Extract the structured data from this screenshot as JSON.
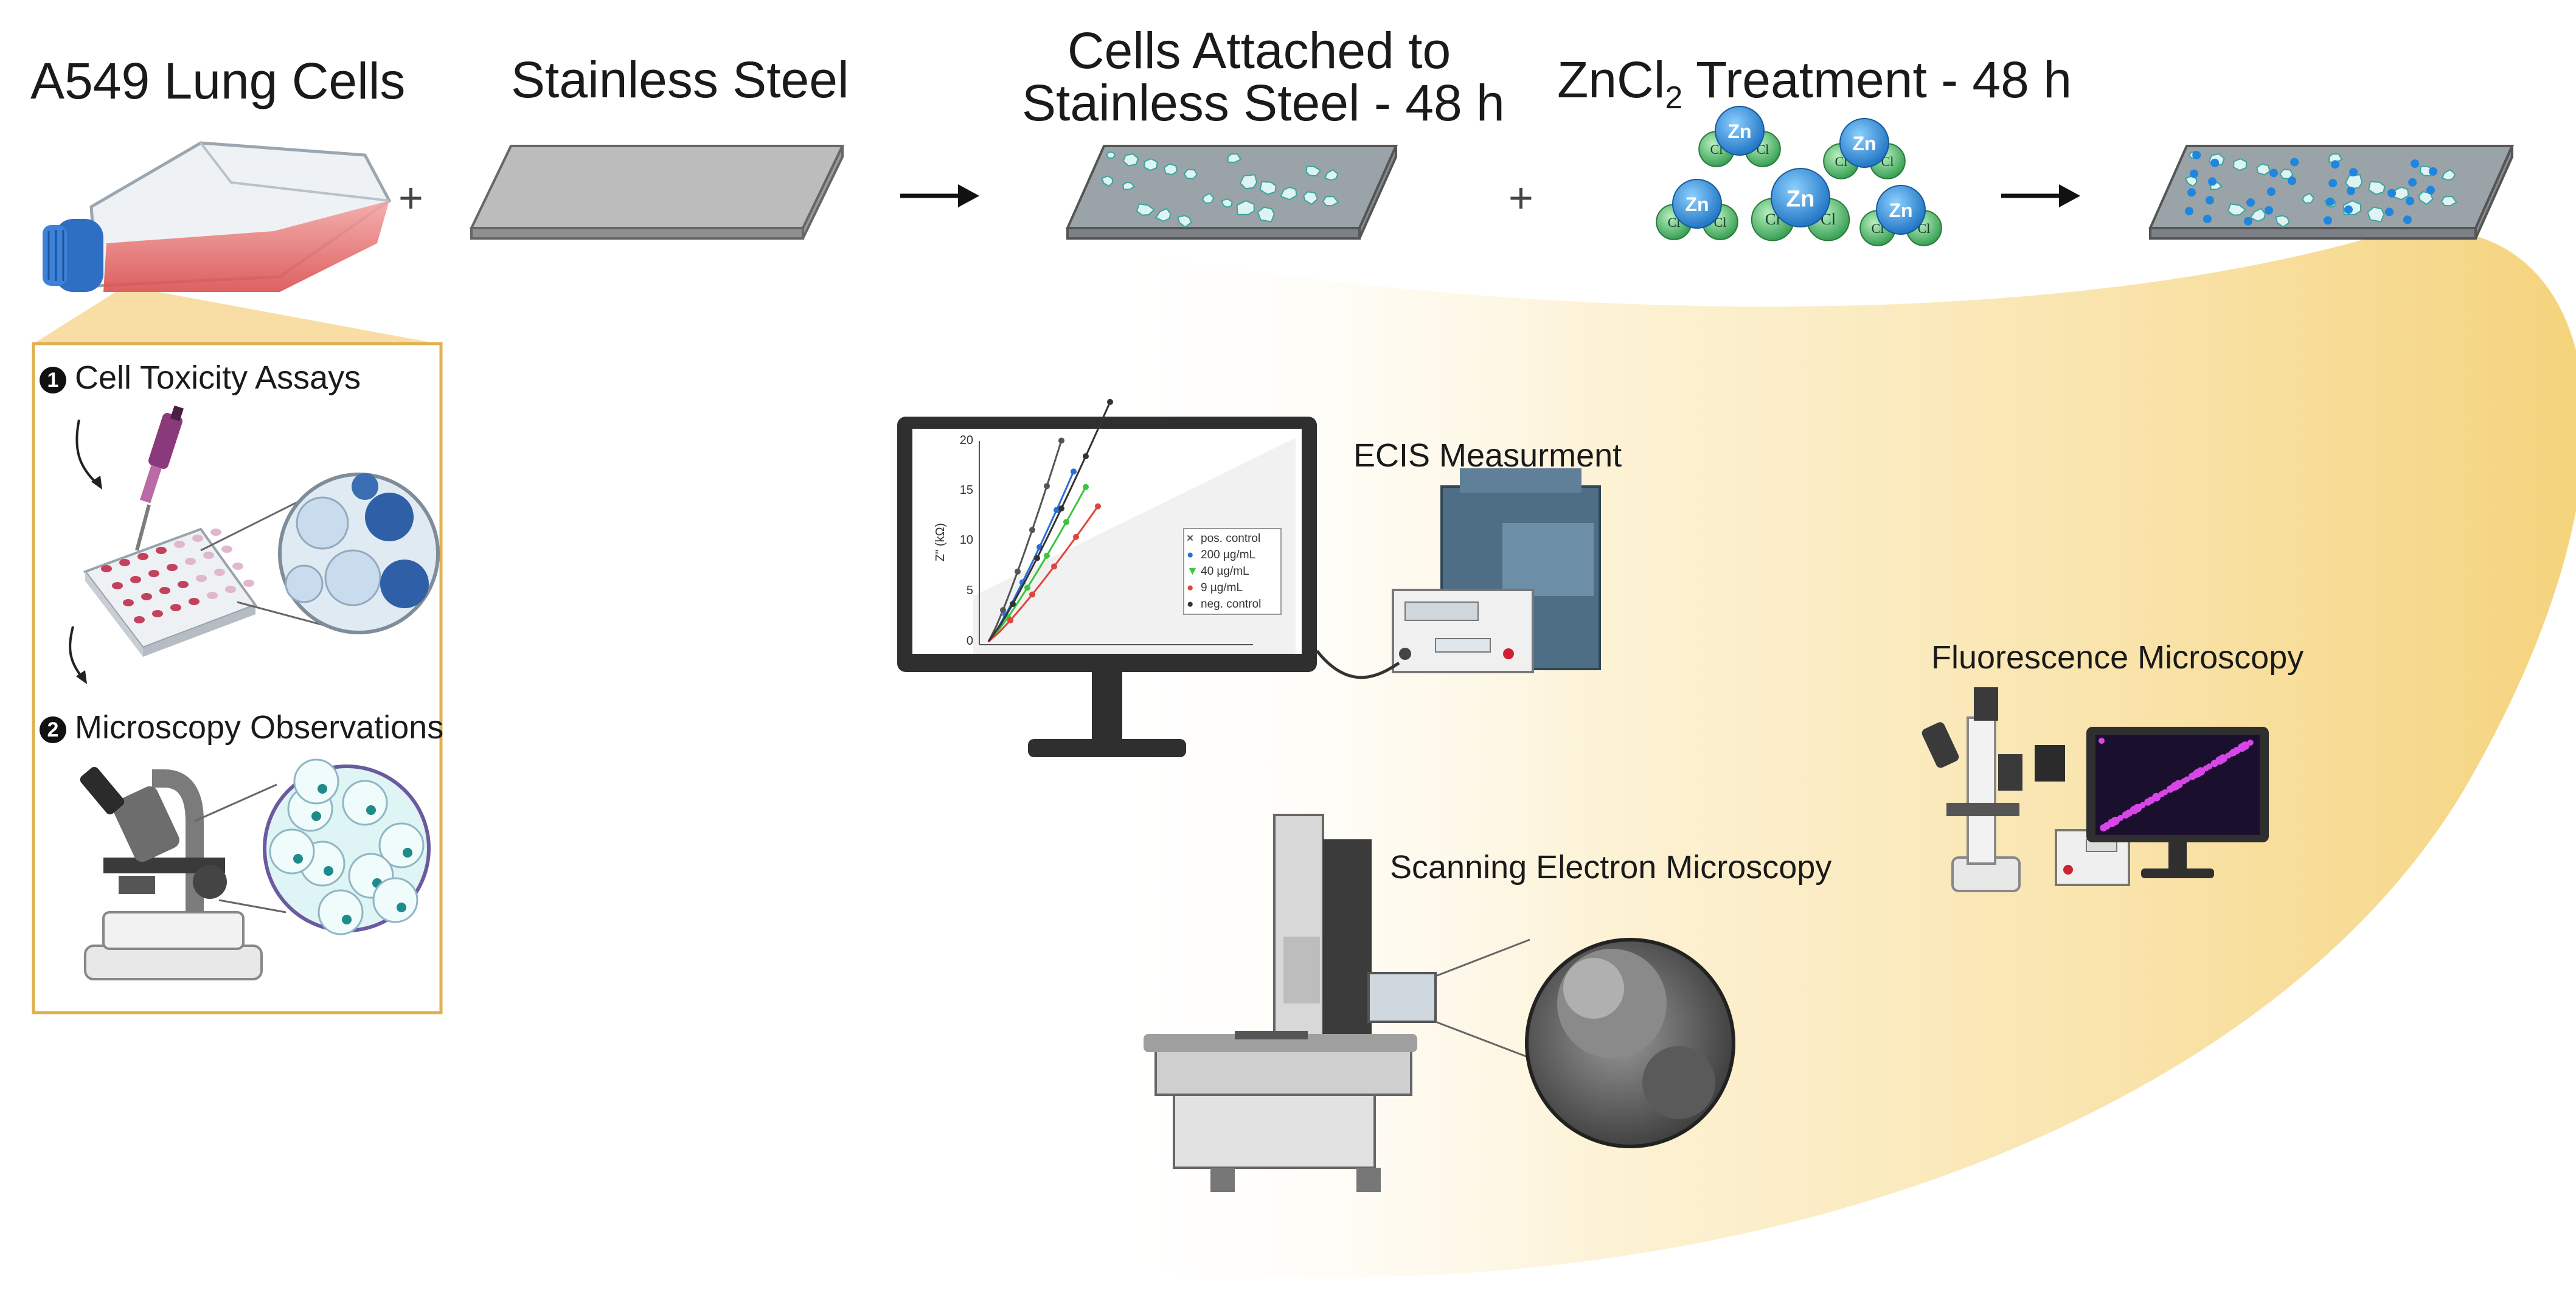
{
  "titles": {
    "cells": "A549 Lung Cells",
    "steel": "Stainless Steel",
    "attached_line1": "Cells Attached to",
    "attached_line2": "Stainless Steel - 48 h",
    "zncl2_prefix": "ZnCl",
    "zncl2_subscript": "2",
    "zncl2_suffix": " Treatment - 48 h"
  },
  "operators": {
    "plus": "+",
    "arrow": "→"
  },
  "assay_box": {
    "item1_number": "1",
    "item1_label": "Cell Toxicity Assays",
    "item2_number": "2",
    "item2_label": "Microscopy Observations"
  },
  "molecule": {
    "zn": "Zn",
    "cl": "Cl"
  },
  "methods": {
    "ecis": "ECIS Measurment",
    "fluorescence": "Fluorescence Microscopy",
    "sem": "Scanning Electron Microscopy"
  },
  "monitor_plot": {
    "ylabel": "Z\" (kΩ)",
    "yticks": [
      "0",
      "5",
      "10",
      "15",
      "20"
    ],
    "legend": [
      {
        "marker": "×",
        "label": "pos. control",
        "color": "#555555"
      },
      {
        "marker": "●",
        "label": "200 µg/mL",
        "color": "#2a6fd6"
      },
      {
        "marker": "▼",
        "label": "40 µg/mL",
        "color": "#3cc43c"
      },
      {
        "marker": "●",
        "label": "9 µg/mL",
        "color": "#e0443a"
      },
      {
        "marker": "●",
        "label": "neg. control",
        "color": "#333333"
      }
    ]
  },
  "colors": {
    "flask_liquid": "#e8686a",
    "cap": "#2e6fc4",
    "steel": "#bcbcbc",
    "cell": "#dff4f2",
    "zn": "#2a8ee0",
    "cl": "#4bbf6a",
    "gradient": "#f6d88a",
    "box_border": "#e0b050"
  }
}
